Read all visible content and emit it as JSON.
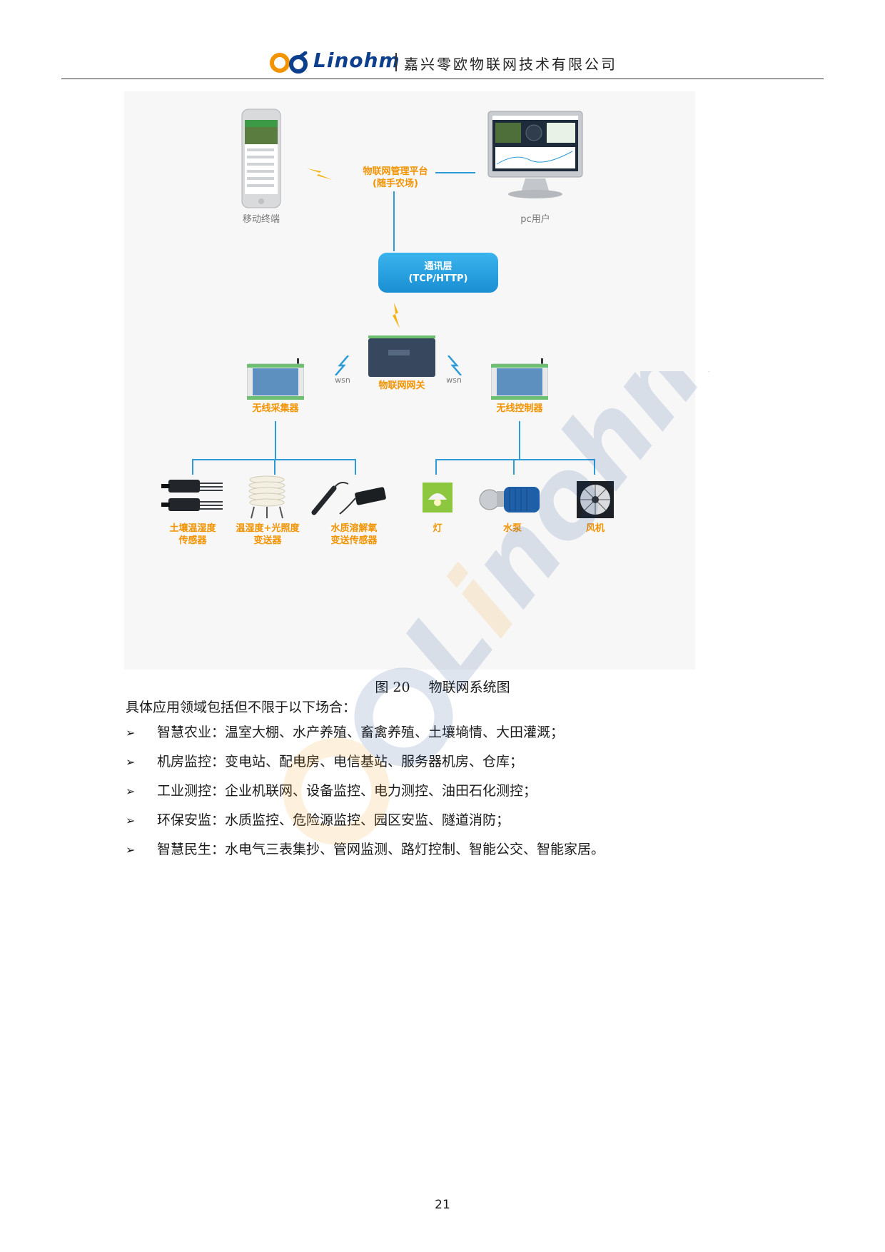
{
  "header": {
    "brand": "Linohm",
    "company": "嘉兴零欧物联网技术有限公司"
  },
  "diagram": {
    "platform": "物联网管理平台\n(随手农场)",
    "mobile_label": "移动终端",
    "pc_label": "pc用户",
    "comm_layer_line1": "通讯层",
    "comm_layer_line2": "(TCP/HTTP)",
    "gateway": "物联网网关",
    "wsn_left": "wsn",
    "wsn_right": "wsn",
    "collector": "无线采集器",
    "controller": "无线控制器",
    "devices": {
      "soil": "土壤温湿度\n传感器",
      "air": "温湿度+光照度\n变送器",
      "water": "水质溶解氧\n变送传感器",
      "lamp": "灯",
      "pump": "水泵",
      "fan": "风机"
    }
  },
  "caption": {
    "number": "图 20",
    "title": "物联网系统图"
  },
  "intro": "具体应用领域包括但不限于以下场合：",
  "bullet_symbol": "➢",
  "bullets": [
    "智慧农业：温室大棚、水产养殖、畜禽养殖、土壤墒情、大田灌溉；",
    "机房监控：变电站、配电房、电信基站、服务器机房、仓库；",
    "工业测控：企业机联网、设备监控、电力测控、油田石化测控；",
    "环保安监：水质监控、危险源监控、园区安监、隧道消防；",
    "智慧民生：水电气三表集抄、管网监测、路灯控制、智能公交、智能家居。"
  ],
  "page_number": "21",
  "colors": {
    "brand_blue": "#0e3f8c",
    "brand_orange": "#f29300",
    "line_blue": "#2f9bd6"
  }
}
